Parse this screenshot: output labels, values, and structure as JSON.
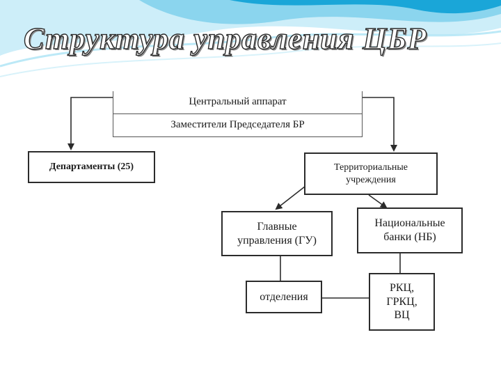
{
  "title": "Структура управления ЦБР",
  "diagram": {
    "central": {
      "top_label": "Центральный аппарат",
      "bottom_label": "Заместители Председателя БР"
    },
    "departments": "Департаменты (25)",
    "territorial": "Территориальные\nучреждения",
    "main_directorates": "Главные\nуправления (ГУ)",
    "national_banks": "Национальные\nбанки (НБ)",
    "branches": "отделения",
    "rkc": "РКЦ,\nГРКЦ,\nВЦ"
  },
  "colors": {
    "wave_light": "#cdeef9",
    "wave_mid": "#7fd0ec",
    "wave_dark": "#1aa6d8",
    "line": "#2b2b2b"
  }
}
